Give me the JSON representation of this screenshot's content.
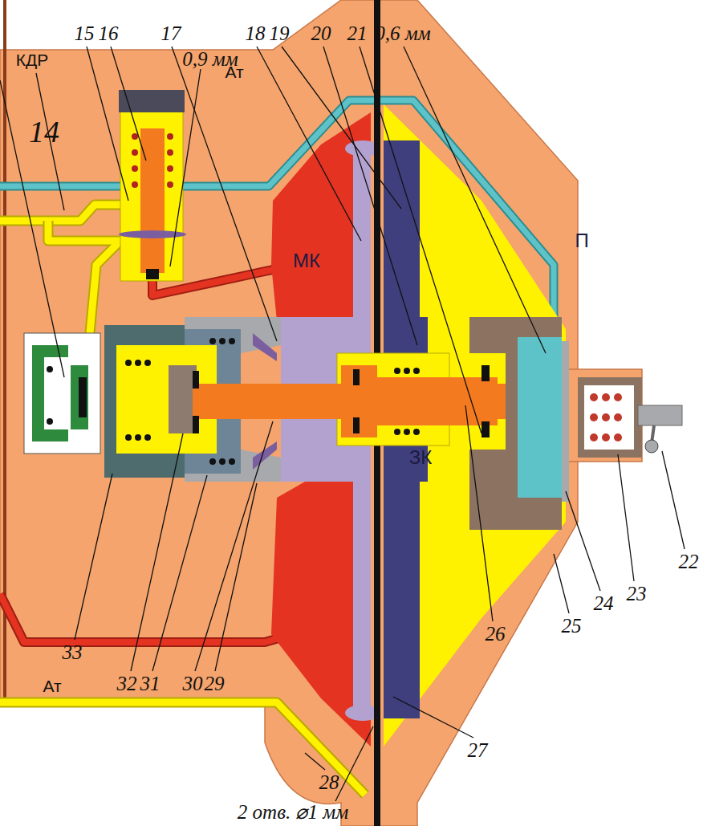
{
  "diagram": {
    "labels": [
      "КДР",
      "15",
      "16",
      "17",
      "0,9 мм",
      "18",
      "19",
      "20",
      "21",
      "0,6 мм",
      "Ат",
      "П",
      "14",
      "МК",
      "ЗК",
      "22",
      "33",
      "23",
      "24",
      "25",
      "26",
      "Ат",
      "32",
      "31",
      "30",
      "29",
      "27",
      "28",
      "2 отв. ⌀1 мм"
    ]
  }
}
